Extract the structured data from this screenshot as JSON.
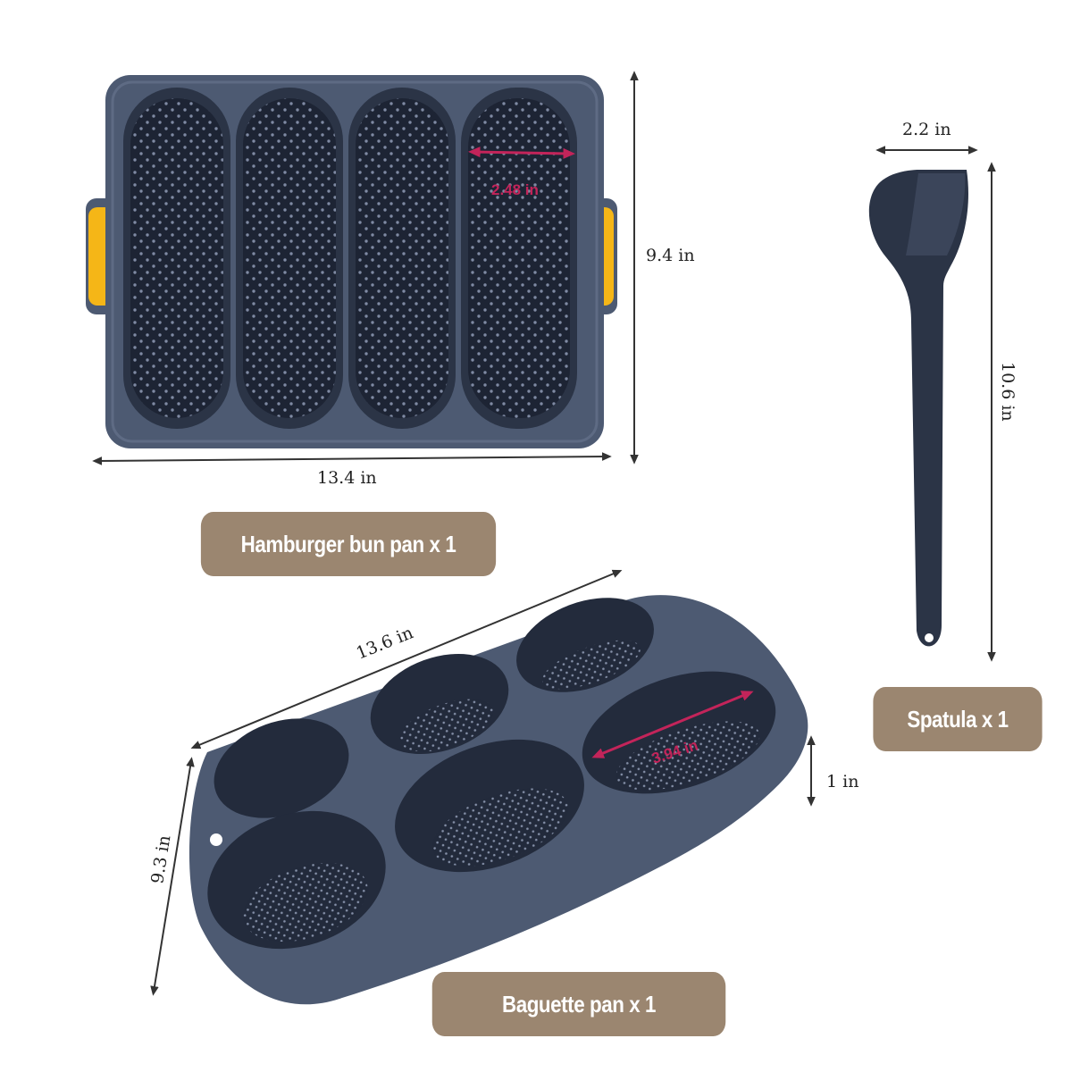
{
  "labels": {
    "bun_pan": "Hamburger bun pan x 1",
    "baguette_pan": "Baguette pan x 1",
    "spatula": "Spatula x 1"
  },
  "dimensions": {
    "top_pan_width": "13.4 in",
    "top_pan_height": "9.4 in",
    "top_pan_slot_width": "2.48 in",
    "spatula_width": "2.2 in",
    "spatula_length": "10.6 in",
    "bottom_pan_length": "13.6 in",
    "bottom_pan_width": "9.3 in",
    "bottom_pan_depth": "1 in",
    "bottom_pan_cup_diameter": "3.94 in"
  },
  "colors": {
    "silicone": "#4d5a72",
    "silicone_dark": "#1f2637",
    "handle_yellow": "#f5b617",
    "label_bg": "#9b8670",
    "dimension_pink": "#c3245a"
  }
}
